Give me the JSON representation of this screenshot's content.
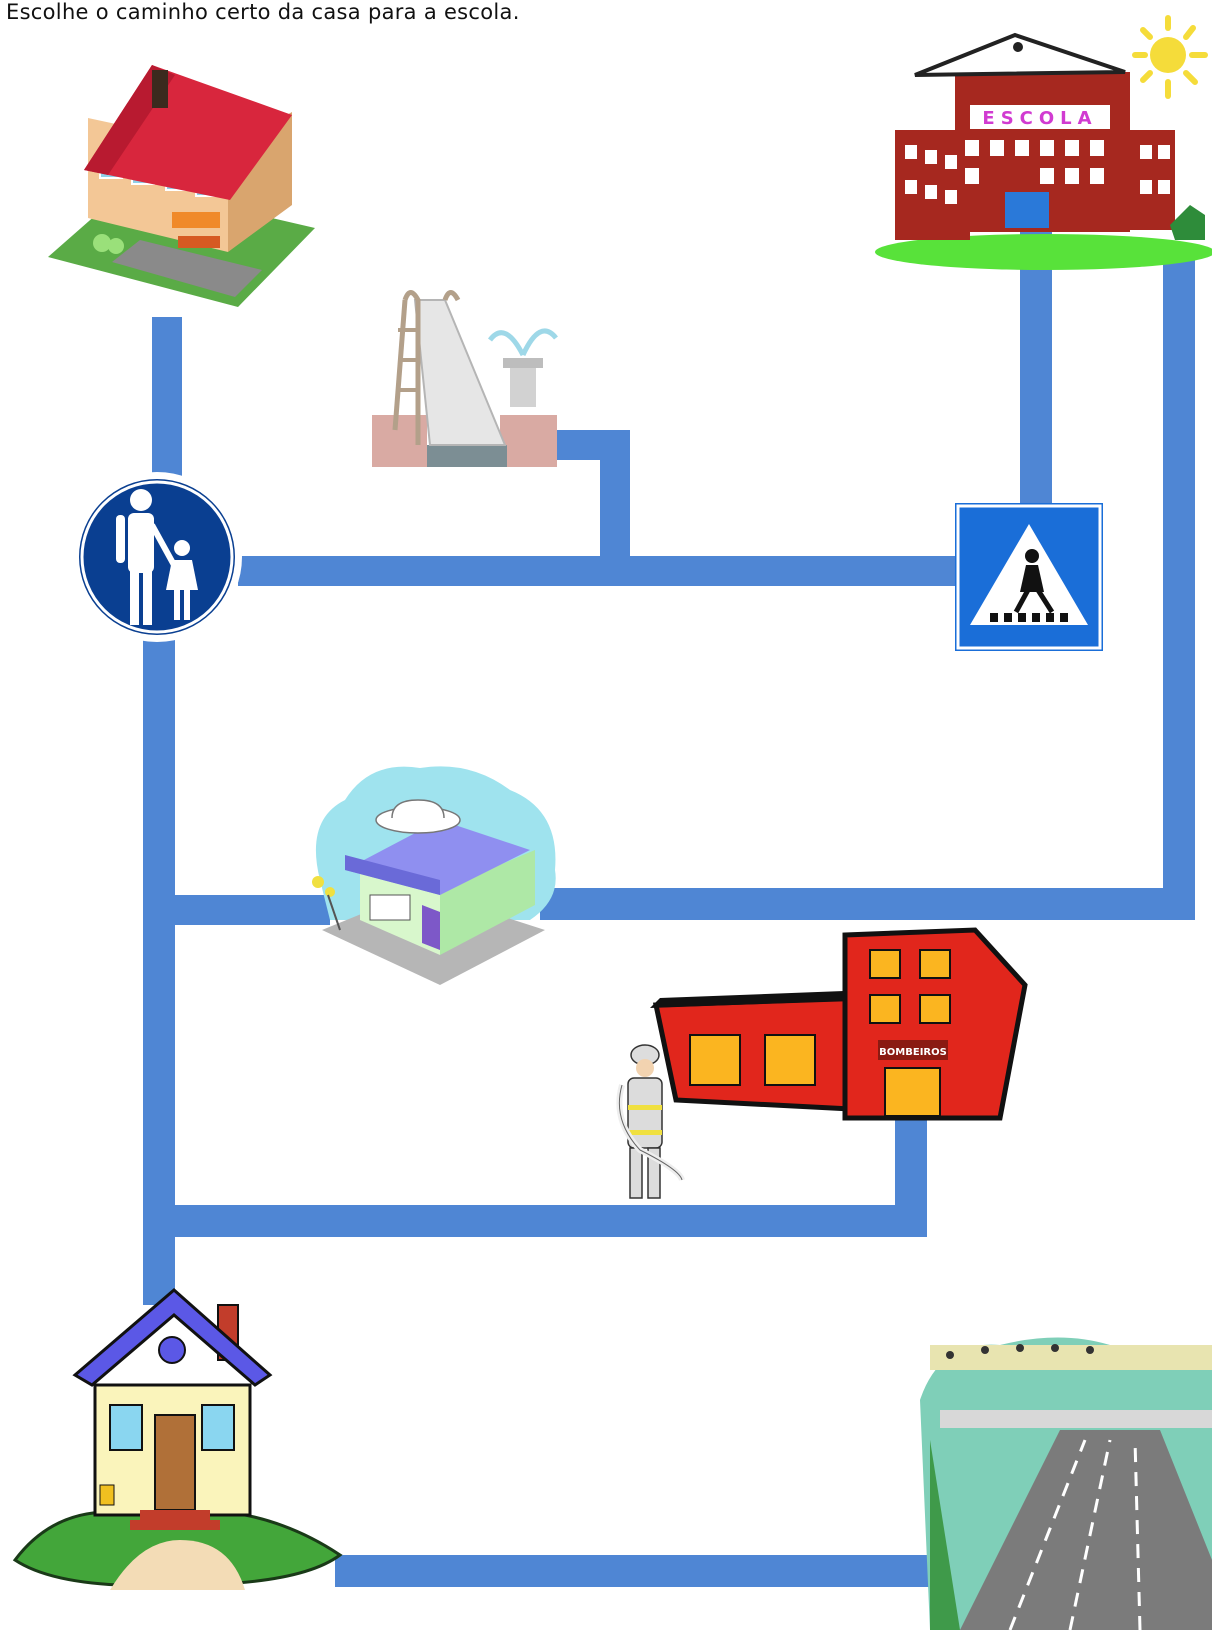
{
  "instruction": "Escolhe o caminho certo da casa para a escola.",
  "school_sign_text": "ESCOLA",
  "fire_station_sign_text": "BOMBEIROS",
  "colors": {
    "path": "#4f86d4",
    "school_red": "#a6281f",
    "roof_red": "#d8263d",
    "sign_blue": "#0a3f91",
    "crossing_blue": "#1a6ed8"
  },
  "icons": {
    "start_house": "house-with-red-roof-icon",
    "playground": "slide-and-fountain-icon",
    "school": "school-building-icon",
    "sun": "sun-icon",
    "pedestrian_sign": "pedestrian-path-sign-icon",
    "crossing_sign": "pedestrian-crossing-sign-icon",
    "cafe": "cafe-shop-icon",
    "fire_station": "fire-station-icon",
    "firefighter": "firefighter-icon",
    "bottom_house": "cottage-house-icon",
    "highway": "highway-overpass-icon"
  }
}
